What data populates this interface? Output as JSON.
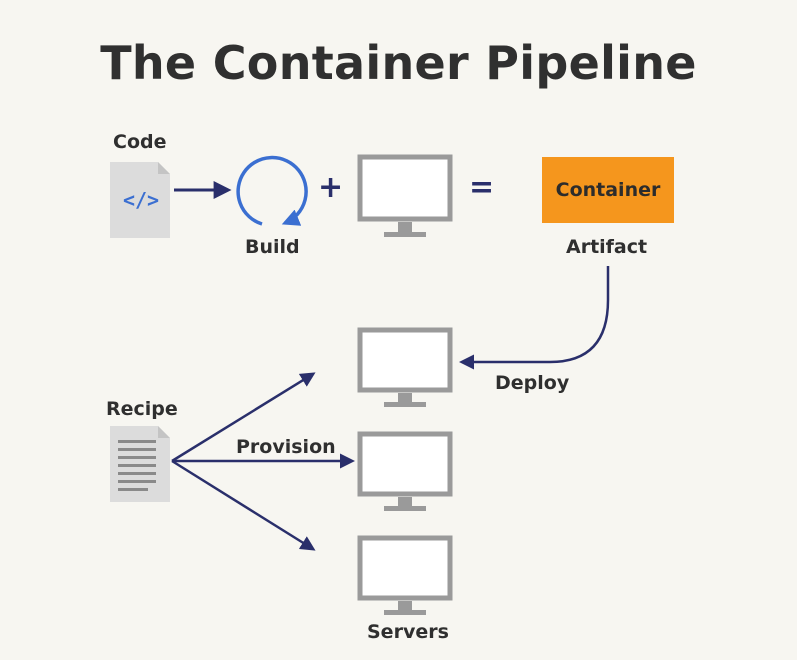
{
  "title": "The Container Pipeline",
  "labels": {
    "code": "Code",
    "build": "Build",
    "artifact": "Artifact",
    "container": "Container",
    "deploy": "Deploy",
    "recipe": "Recipe",
    "provision": "Provision",
    "servers": "Servers"
  },
  "operators": {
    "plus": "+",
    "equals": "="
  },
  "code_glyph": "</>",
  "colors": {
    "arrow": "#2a2f6b",
    "container": "#f5961d",
    "build_cycle": "#3b6fd1",
    "code_glyph": "#3b6fd1",
    "monitor_gray": "#9a9a9a",
    "document": "#dcdcdc"
  }
}
